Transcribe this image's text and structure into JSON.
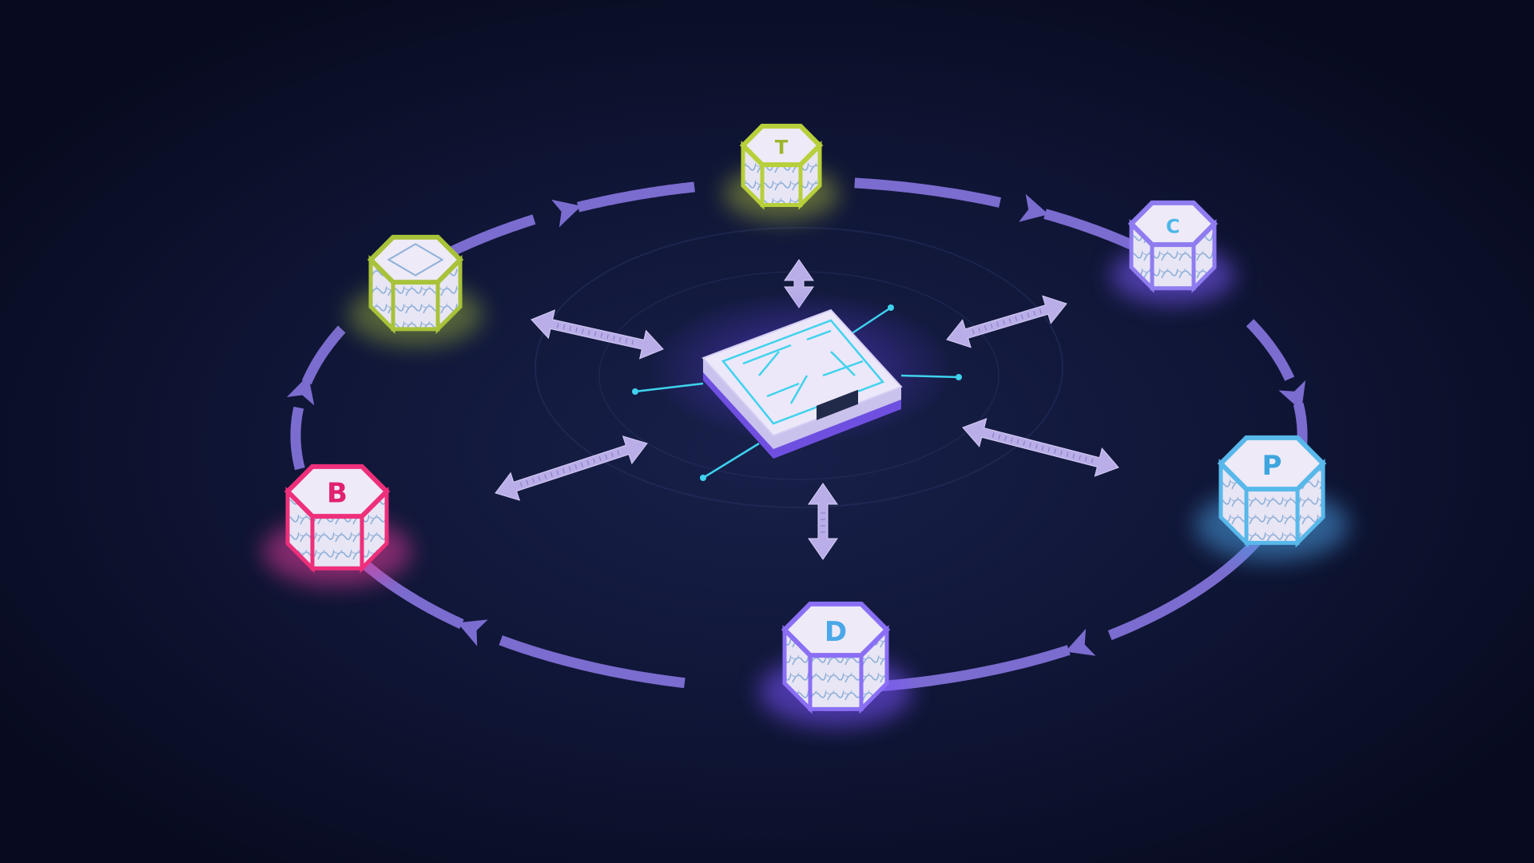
{
  "colors": {
    "background": "#0b1028",
    "ring": "#7b6ccf",
    "ring_dark": "#5a4ea8",
    "bidir_arrow": "#b9aee8",
    "hub_body": "#e7e2f7",
    "hub_accent": "#3fd2ee",
    "hub_glow": "#7b4dff"
  },
  "hub": {
    "icon": "cube-hub-device-icon"
  },
  "nodes": [
    {
      "id": "T",
      "letter": "T",
      "color": "#b7cf3a",
      "letter_color": "#9cb52b",
      "glow": "#9aa83a"
    },
    {
      "id": "C",
      "letter": "C",
      "color": "#8f7cf0",
      "letter_color": "#4eb7e6",
      "glow": "#7d5cff"
    },
    {
      "id": "P",
      "letter": "P",
      "color": "#58b8ea",
      "letter_color": "#3ea5df",
      "glow": "#4a9ce0"
    },
    {
      "id": "D",
      "letter": "D",
      "color": "#8a6ff5",
      "letter_color": "#4aa8e8",
      "glow": "#7a52ff"
    },
    {
      "id": "B",
      "letter": "B",
      "color": "#ee2f7a",
      "letter_color": "#e0226f",
      "glow": "#e03a9a"
    },
    {
      "id": "U",
      "letter": "",
      "color": "#a8c23a",
      "letter_color": "#8fa82b",
      "glow": "#8aa03a"
    }
  ]
}
